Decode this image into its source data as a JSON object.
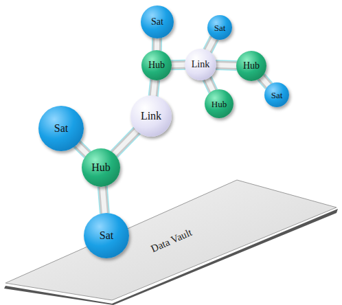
{
  "diagram": {
    "nodes": [
      {
        "text": [
          "Sat"
        ]
      },
      {
        "text": [
          "Sat"
        ]
      },
      {
        "text": [
          "Hub"
        ]
      },
      {
        "text": [
          "Link"
        ]
      },
      {
        "text": [
          "Hub"
        ]
      },
      {
        "text": [
          "Sat"
        ]
      },
      {
        "text": [
          "Hub"
        ]
      },
      {
        "text": [
          "Link"
        ]
      },
      {
        "text": [
          "Sat"
        ]
      },
      {
        "text": [
          "Hub"
        ]
      },
      {
        "text": [
          "Sat"
        ]
      }
    ],
    "edges": [
      {
        "from": 8,
        "to": 9,
        "arrow": "none"
      },
      {
        "from": 9,
        "to": 10,
        "arrow": "none"
      },
      {
        "from": 9,
        "to": 7,
        "arrow": "none"
      },
      {
        "from": 7,
        "to": 2,
        "arrow": "none"
      },
      {
        "from": 2,
        "to": 0,
        "arrow": "none"
      },
      {
        "from": 2,
        "to": 3,
        "arrow": "none"
      },
      {
        "from": 3,
        "to": 1,
        "arrow": "none"
      },
      {
        "from": 3,
        "to": 4,
        "arrow": "none"
      },
      {
        "from": 3,
        "to": 6,
        "arrow": "none"
      },
      {
        "from": 4,
        "to": 5,
        "arrow": "none"
      }
    ],
    "labels": [
      "Data Vault"
    ]
  }
}
